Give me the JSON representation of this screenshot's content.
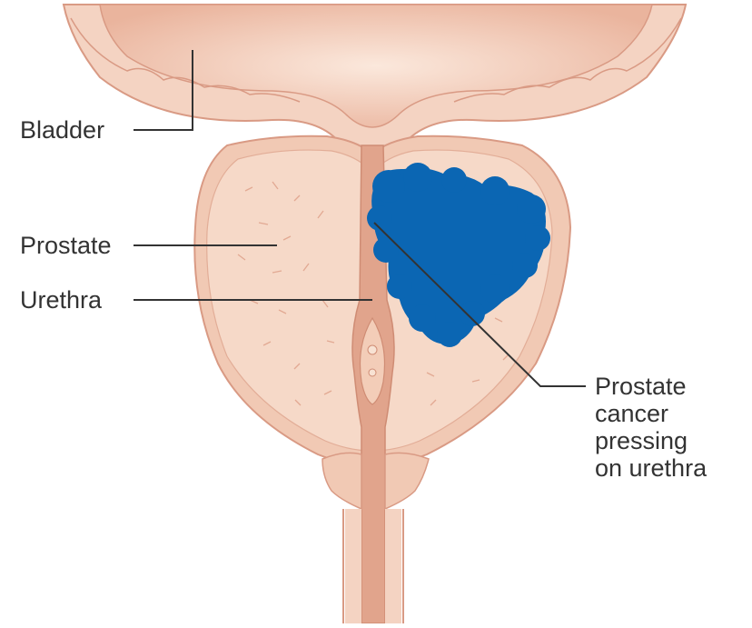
{
  "labels": {
    "bladder": "Bladder",
    "prostate": "Prostate",
    "urethra": "Urethra",
    "cancer": [
      "Prostate",
      "cancer",
      "pressing",
      "on urethra"
    ]
  },
  "colors": {
    "tissue_light": "#f6d9c8",
    "tissue_mid": "#efc3aa",
    "tissue_outline": "#d99a84",
    "urethra": "#e1a48c",
    "tumor": "#0b66b3",
    "leader": "#333333"
  }
}
